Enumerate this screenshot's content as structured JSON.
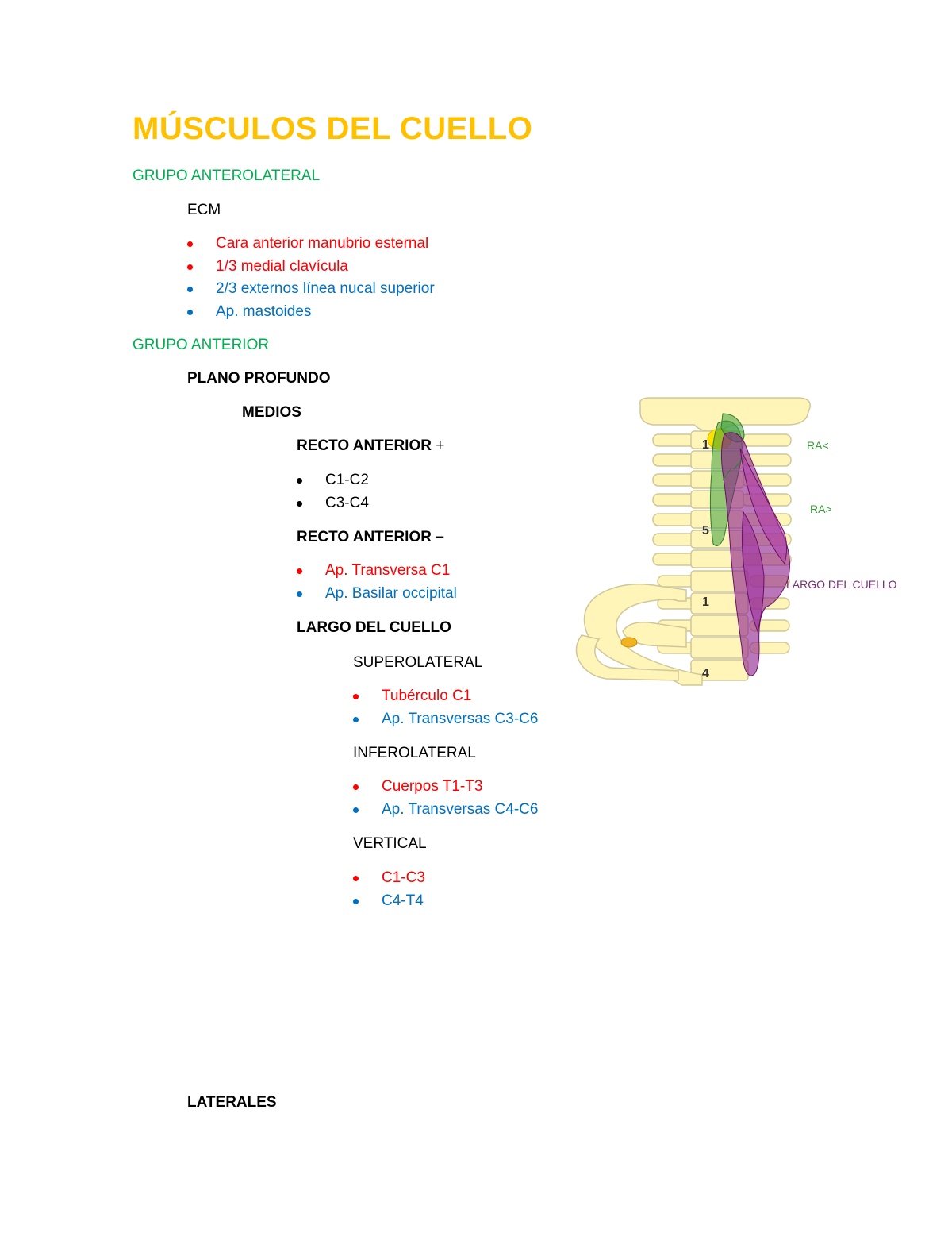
{
  "title": "MÚSCULOS DEL CUELLO",
  "colors": {
    "title": "#ffc000",
    "group_heading": "#00b050",
    "origin_bullet": "#ff0000",
    "insertion_bullet": "#0070c0",
    "bone": "#fff5b8",
    "recto_anterior": "#7fbf7f",
    "largo_del_cuello": "#8b1a8b"
  },
  "anterolateral": {
    "heading": "GRUPO ANTEROLATERAL",
    "muscle": "ECM",
    "items": [
      {
        "text": "Cara anterior manubrio esternal",
        "color": "red"
      },
      {
        "text": "1/3 medial clavícula",
        "color": "red"
      },
      {
        "text": "2/3 externos línea nucal superior",
        "color": "blue"
      },
      {
        "text": "Ap. mastoides",
        "color": "blue"
      }
    ]
  },
  "anterior": {
    "heading": "GRUPO ANTERIOR",
    "plane": "PLANO PROFUNDO",
    "medios": {
      "label": "MEDIOS",
      "recto_mayor": {
        "title": "RECTO ANTERIOR",
        "sign": " +",
        "items": [
          "C1-C2",
          "C3-C4"
        ]
      },
      "recto_menor": {
        "title": "RECTO ANTERIOR –",
        "items": [
          {
            "text": "Ap. Transversa C1",
            "color": "red"
          },
          {
            "text": "Ap. Basilar occipital",
            "color": "blue"
          }
        ]
      },
      "largo_cuello": {
        "title": "LARGO DEL CUELLO",
        "superolateral": {
          "label": "SUPEROLATERAL",
          "items": [
            {
              "text": "Tubérculo C1",
              "color": "red"
            },
            {
              "text": "Ap. Transversas C3-C6",
              "color": "blue"
            }
          ]
        },
        "inferolateral": {
          "label": "INFEROLATERAL",
          "items": [
            {
              "text": "Cuerpos T1-T3",
              "color": "red"
            },
            {
              "text": "Ap. Transversas C4-C6",
              "color": "blue"
            }
          ]
        },
        "vertical": {
          "label": "VERTICAL",
          "items": [
            {
              "text": "C1-C3",
              "color": "red"
            },
            {
              "text": "C4-T4",
              "color": "blue"
            }
          ]
        }
      }
    },
    "laterales": "LATERALES"
  },
  "figure": {
    "label_ra_menor": "RA<",
    "label_ra_mayor": "RA>",
    "label_largo": "LARGO DEL CUELLO",
    "vertebra_labels": [
      "1",
      "5",
      "1",
      "4"
    ]
  }
}
